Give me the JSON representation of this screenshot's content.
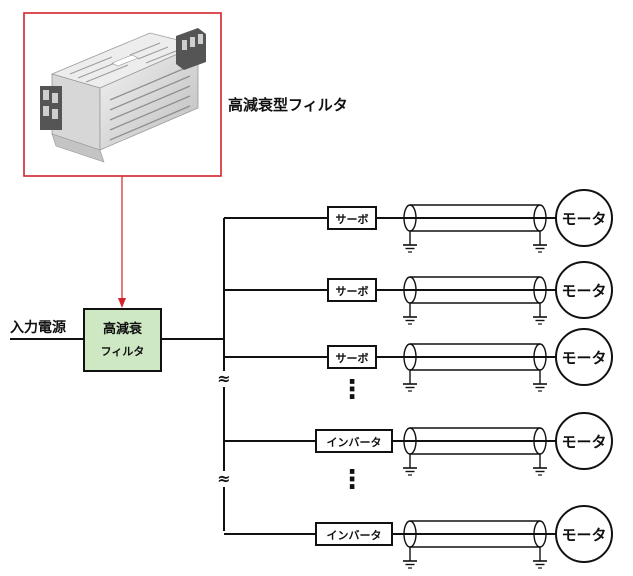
{
  "product": {
    "label": "高減衰型フィルタ"
  },
  "input": {
    "label": "入力電源"
  },
  "filter_block": {
    "line1": "高減衰",
    "line2": "フィルタ"
  },
  "drives": [
    {
      "type": "servo",
      "label": "サーボ",
      "motor": "モータ"
    },
    {
      "type": "servo",
      "label": "サーボ",
      "motor": "モータ"
    },
    {
      "type": "servo",
      "label": "サーボ",
      "motor": "モータ"
    },
    {
      "type": "inverter",
      "label": "インバータ",
      "motor": "モータ"
    },
    {
      "type": "inverter",
      "label": "インバータ",
      "motor": "モータ"
    }
  ],
  "colors": {
    "photo_border": "#d2232a",
    "arrow": "#d2232a",
    "filter_fill": "#cfe8c4",
    "line": "#111111"
  },
  "continuation_symbols": [
    "≈",
    "⋮"
  ]
}
